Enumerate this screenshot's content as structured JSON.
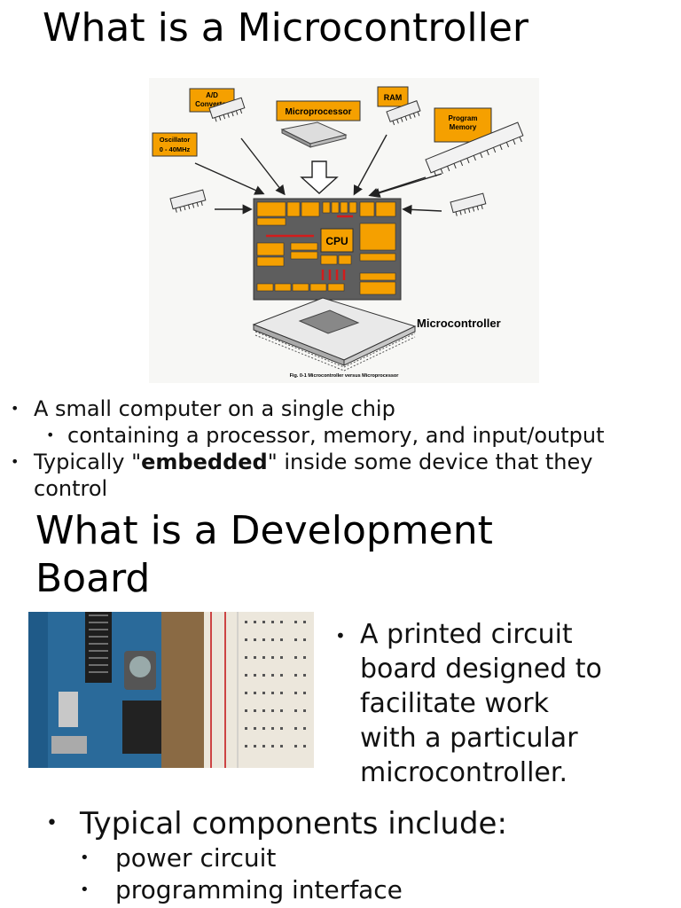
{
  "slide1": {
    "title": "What is a Microcontroller",
    "diagram": {
      "labels": {
        "ad": "A/D Converter",
        "ad_1": "A/D",
        "ad_2": "Converter",
        "microprocessor": "Microprocessor",
        "ram": "RAM",
        "program_memory_1": "Program",
        "program_memory_2": "Memory",
        "oscillator_1": "Oscillator",
        "oscillator_2": "0 - 40MHz",
        "cpu": "CPU",
        "microcontroller": "Microcontroller",
        "caption": "Fig. 0-1 Microcontroller versus Microprocessor"
      },
      "colors": {
        "orange": "#f5a000",
        "chip_gray": "#5e5e5e"
      }
    },
    "bullets": [
      {
        "text": "A small computer on a single chip"
      },
      {
        "text": "containing a processor, memory, and input/output"
      },
      {
        "pre": "Typically \"",
        "bold": "embedded",
        "post": "\" inside some device that they",
        "line2": "control"
      }
    ]
  },
  "slide2": {
    "title_line1": "What is a Development",
    "title_line2": "Board",
    "right_bullet": [
      "A printed circuit",
      "board designed to",
      "facilitate work",
      "with a particular",
      "microcontroller."
    ],
    "bullets": [
      {
        "text": "Typical components include:"
      },
      {
        "text": "power circuit"
      },
      {
        "text": "programming interface"
      }
    ]
  },
  "bullet_glyph": "•"
}
